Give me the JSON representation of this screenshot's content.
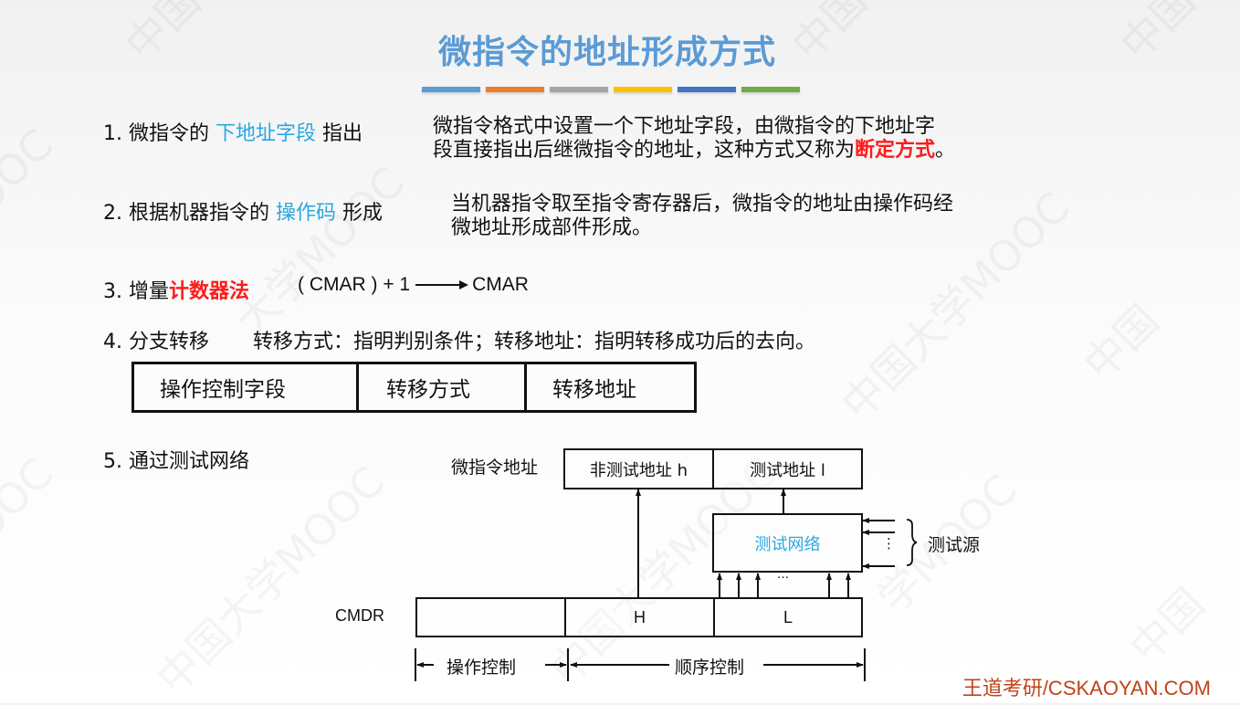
{
  "slide": {
    "title": "微指令的地址形成方式",
    "title_color": "#5b9bd5",
    "accent_bars": [
      "#5b9bd5",
      "#ed7d31",
      "#a5a5a5",
      "#ffc000",
      "#4472c4",
      "#70ad47"
    ],
    "watermark": "中国大学MOOC"
  },
  "items": [
    {
      "number": "1.",
      "prefix": "微指令的 ",
      "highlight": "下地址字段",
      "suffix": " 指出",
      "desc_line1": "微指令格式中设置一个下地址字段，由微指令的下地址字",
      "desc_line2_pre": "段直接指出后继微指令的地址，这种方式又称为",
      "desc_line2_red": "断定方式",
      "desc_line2_post": "。"
    },
    {
      "number": "2.",
      "prefix": "根据机器指令的 ",
      "highlight": "操作码",
      "suffix": " 形成",
      "desc_line1": "当机器指令取至指令寄存器后，微指令的地址由操作码经",
      "desc_line2": "微地址形成部件形成。"
    },
    {
      "number": "3.",
      "prefix": "增量",
      "red": "计数器法",
      "formula": "( CMAR ) + 1",
      "formula_target": "CMAR"
    },
    {
      "number": "4.",
      "prefix": "分支转移",
      "desc": "转移方式：指明判别条件；转移地址：指明转移成功后的去向。",
      "format_fields": [
        "操作控制字段",
        "转移方式",
        "转移地址"
      ]
    },
    {
      "number": "5.",
      "prefix": "通过测试网络"
    }
  ],
  "diagram": {
    "micro_addr_label": "微指令地址",
    "non_test_addr": "非测试地址 h",
    "test_addr": "测试地址 l",
    "test_network": "测试网络",
    "test_source": "测试源",
    "vdots": "⋮",
    "hdots": "…",
    "cmdr_label": "CMDR",
    "field_h": "H",
    "field_l": "L",
    "op_control": "操作控制",
    "seq_control": "顺序控制"
  },
  "footer": "王道考研/CSKAOYAN.COM"
}
